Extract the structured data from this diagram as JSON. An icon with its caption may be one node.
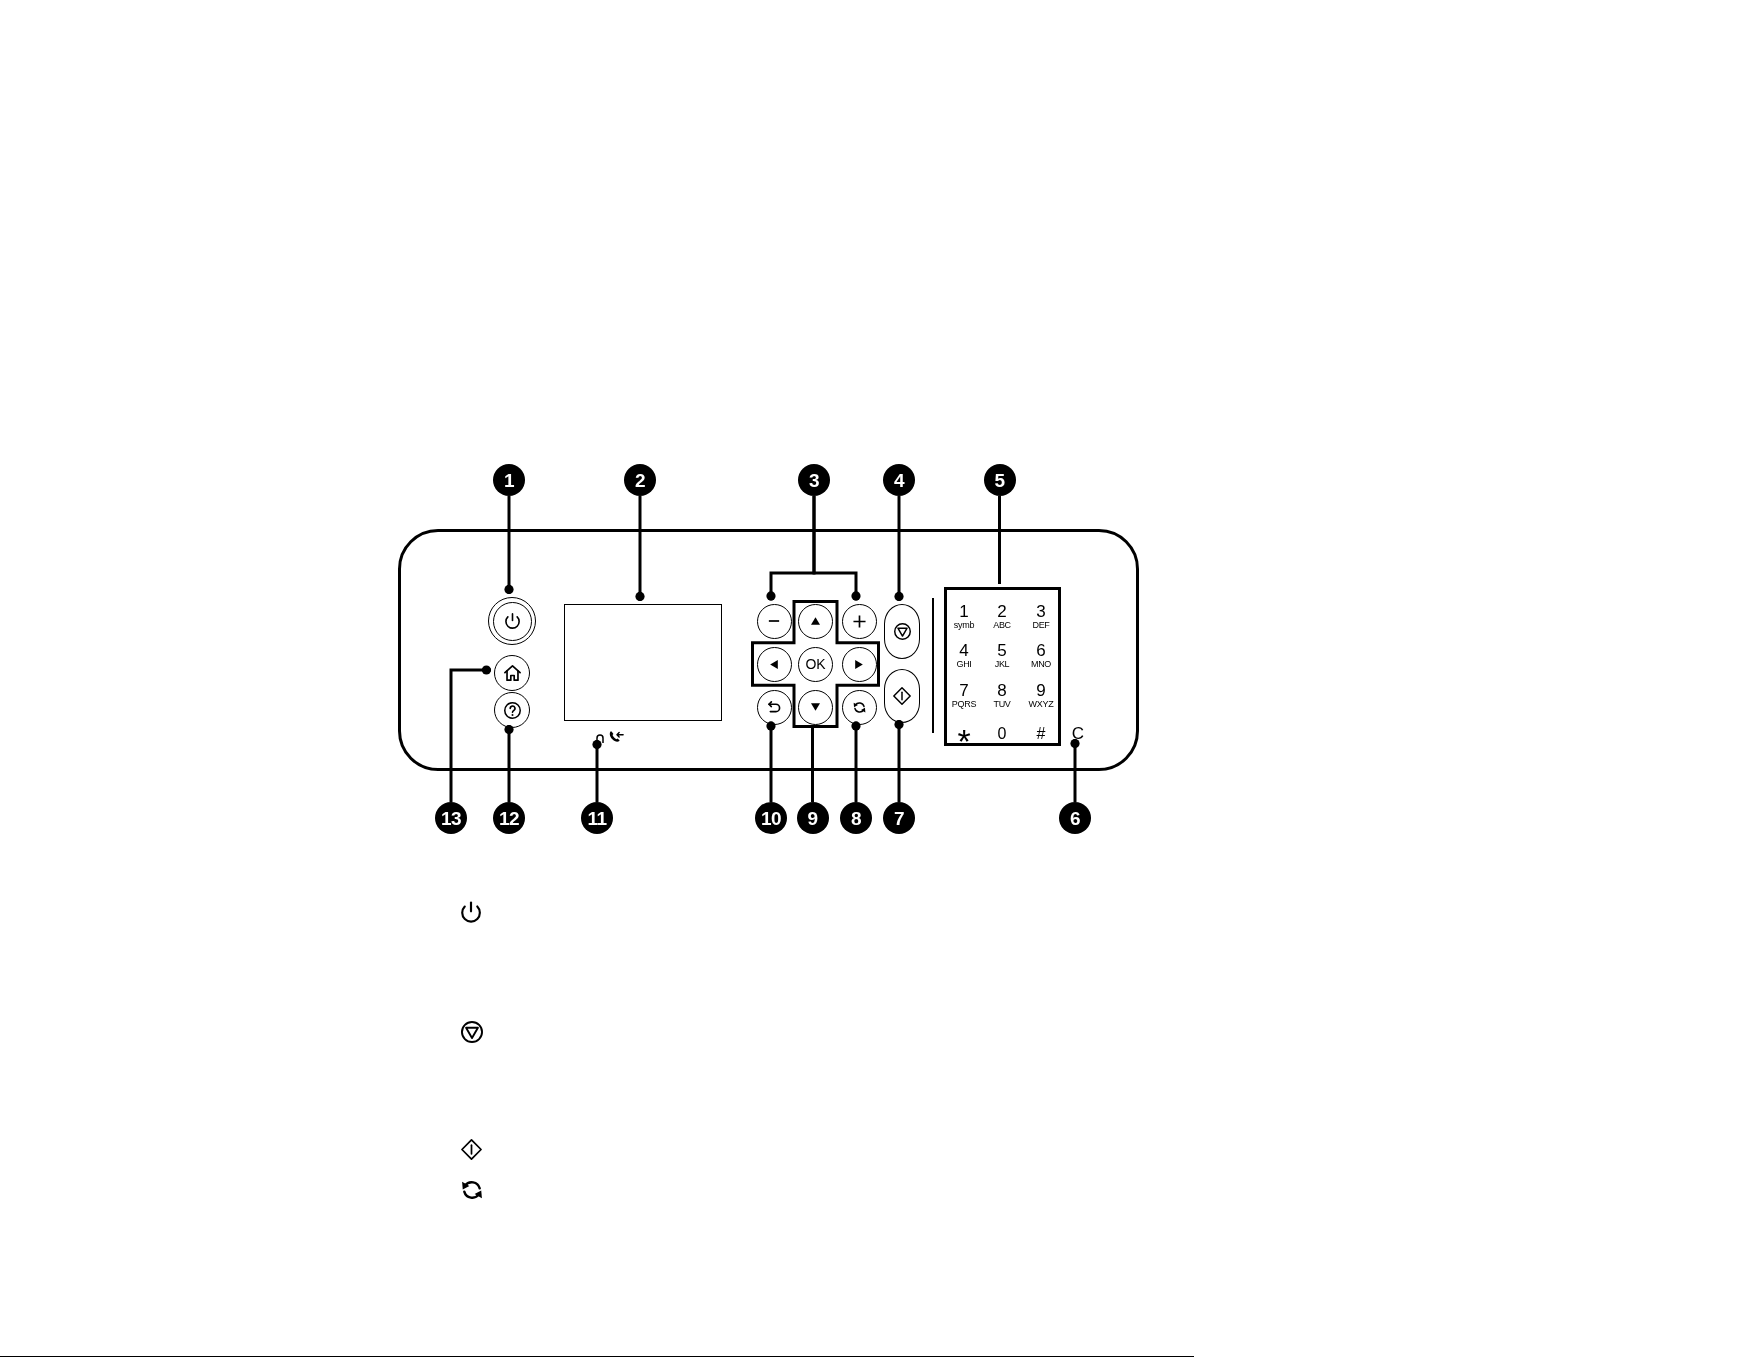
{
  "diagram": {
    "nodes": [
      {
        "text": [
          "1"
        ]
      },
      {
        "text": [
          "2"
        ]
      },
      {
        "text": [
          "3"
        ]
      },
      {
        "text": [
          "4"
        ]
      },
      {
        "text": [
          "5"
        ]
      },
      {
        "text": [],
        "shape": "box"
      },
      {
        "text": [],
        "shape": "circle",
        "in": 5
      },
      {
        "text": [],
        "shape": "circle",
        "in": 5
      },
      {
        "text": [],
        "shape": "circle",
        "in": 5
      },
      {
        "text": [],
        "shape": "box",
        "in": 5
      },
      {
        "text": [],
        "shape": "picture",
        "in": 5
      },
      {
        "text": [],
        "shape": "circle",
        "in": 5
      },
      {
        "text": [],
        "shape": "circle",
        "in": 5
      },
      {
        "text": [],
        "shape": "cross",
        "in": 5
      },
      {
        "text": [],
        "shape": "circle",
        "in": 13
      },
      {
        "text": [],
        "shape": "circle",
        "in": 13
      },
      {
        "text": [
          "OK"
        ],
        "in": 13
      },
      {
        "text": [],
        "shape": "circle",
        "in": 13
      },
      {
        "text": [],
        "shape": "circle",
        "in": 13
      },
      {
        "text": [],
        "shape": "circle",
        "in": 5
      },
      {
        "text": [],
        "shape": "circle",
        "in": 5
      },
      {
        "text": [],
        "shape": "pill",
        "in": 5
      },
      {
        "text": [],
        "shape": "pill",
        "in": 5
      },
      {
        "text": [
          "1",
          "symb",
          "2",
          "ABC",
          "3",
          "DEF",
          "4",
          "GHI",
          "5",
          "JKL",
          "6",
          "MNO",
          "7",
          "PQRS",
          "8",
          "TUV",
          "9",
          "WXYZ",
          "*",
          "0",
          "#"
        ],
        "in": 5
      },
      {
        "text": [
          "C"
        ],
        "in": 5
      },
      {
        "text": [
          "13"
        ]
      },
      {
        "text": [
          "12"
        ]
      },
      {
        "text": [
          "11"
        ]
      },
      {
        "text": [
          "10"
        ]
      },
      {
        "text": [
          "9"
        ]
      },
      {
        "text": [
          "8"
        ]
      },
      {
        "text": [
          "7"
        ]
      },
      {
        "text": [
          "6"
        ]
      }
    ],
    "edges": [
      {
        "from": 0,
        "to": 6,
        "arrow": "other"
      },
      {
        "from": 1,
        "to": 9,
        "arrow": "other"
      },
      {
        "from": 2,
        "to": 11,
        "arrow": "other"
      },
      {
        "from": 2,
        "to": 12,
        "arrow": "other"
      },
      {
        "from": 3,
        "to": 21,
        "arrow": "other"
      },
      {
        "from": 4,
        "to": 23,
        "arrow": "none"
      },
      {
        "from": 32,
        "to": 24,
        "arrow": "other"
      },
      {
        "from": 31,
        "to": 22,
        "arrow": "other"
      },
      {
        "from": 30,
        "to": 20,
        "arrow": "other"
      },
      {
        "from": 29,
        "to": 13,
        "arrow": "none"
      },
      {
        "from": 28,
        "to": 19,
        "arrow": "other"
      },
      {
        "from": 27,
        "to": 10,
        "arrow": "other"
      },
      {
        "from": 26,
        "to": 8,
        "arrow": "other"
      },
      {
        "from": 25,
        "to": 7,
        "arrow": "other"
      }
    ]
  }
}
